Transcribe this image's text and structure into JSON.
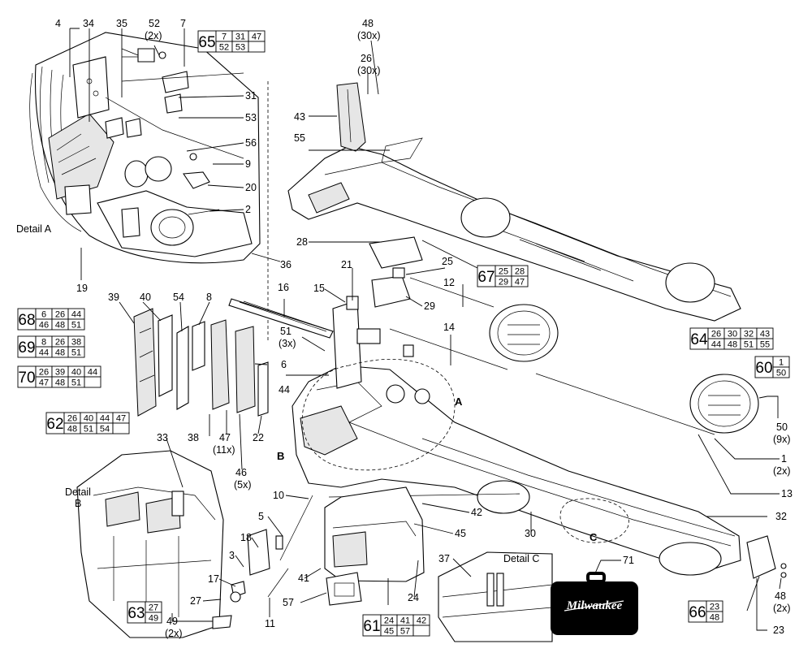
{
  "brand": {
    "name": "Milwaukee"
  },
  "callouts": [
    {
      "id": "c4",
      "text": "4"
    },
    {
      "id": "c34",
      "text": "34"
    },
    {
      "id": "c35",
      "text": "35"
    },
    {
      "id": "c52",
      "text": "52"
    },
    {
      "id": "c52q",
      "text": "(2x)"
    },
    {
      "id": "c7",
      "text": "7"
    },
    {
      "id": "c48",
      "text": "48"
    },
    {
      "id": "c48q",
      "text": "(30x)"
    },
    {
      "id": "c26",
      "text": "26"
    },
    {
      "id": "c26q",
      "text": "(30x)"
    },
    {
      "id": "c31",
      "text": "31"
    },
    {
      "id": "c53",
      "text": "53"
    },
    {
      "id": "c43",
      "text": "43"
    },
    {
      "id": "c56",
      "text": "56"
    },
    {
      "id": "c55",
      "text": "55"
    },
    {
      "id": "c9",
      "text": "9"
    },
    {
      "id": "c20",
      "text": "20"
    },
    {
      "id": "c2",
      "text": "2"
    },
    {
      "id": "cdetA",
      "text": "Detail A"
    },
    {
      "id": "c28",
      "text": "28"
    },
    {
      "id": "c36",
      "text": "36"
    },
    {
      "id": "c21",
      "text": "21"
    },
    {
      "id": "c25",
      "text": "25"
    },
    {
      "id": "c19",
      "text": "19"
    },
    {
      "id": "c15",
      "text": "15"
    },
    {
      "id": "c12",
      "text": "12"
    },
    {
      "id": "c39",
      "text": "39"
    },
    {
      "id": "c40",
      "text": "40"
    },
    {
      "id": "c54",
      "text": "54"
    },
    {
      "id": "c8",
      "text": "8"
    },
    {
      "id": "c16",
      "text": "16"
    },
    {
      "id": "c29",
      "text": "29"
    },
    {
      "id": "c51",
      "text": "51"
    },
    {
      "id": "c51q",
      "text": "(3x)"
    },
    {
      "id": "c14",
      "text": "14"
    },
    {
      "id": "c6",
      "text": "6"
    },
    {
      "id": "c44",
      "text": "44"
    },
    {
      "id": "cA",
      "text": "A"
    },
    {
      "id": "c50",
      "text": "50"
    },
    {
      "id": "c50q",
      "text": "(9x)"
    },
    {
      "id": "c1",
      "text": "1"
    },
    {
      "id": "c1q",
      "text": "(2x)"
    },
    {
      "id": "c33",
      "text": "33"
    },
    {
      "id": "c38",
      "text": "38"
    },
    {
      "id": "c47",
      "text": "47"
    },
    {
      "id": "c47q",
      "text": "(11x)"
    },
    {
      "id": "c22",
      "text": "22"
    },
    {
      "id": "c46",
      "text": "46"
    },
    {
      "id": "c46q",
      "text": "(5x)"
    },
    {
      "id": "cB",
      "text": "B"
    },
    {
      "id": "cdetB1",
      "text": "Detail"
    },
    {
      "id": "cdetB2",
      "text": "B"
    },
    {
      "id": "c13",
      "text": "13"
    },
    {
      "id": "c10",
      "text": "10"
    },
    {
      "id": "c42",
      "text": "42"
    },
    {
      "id": "c32",
      "text": "32"
    },
    {
      "id": "c5",
      "text": "5"
    },
    {
      "id": "c45",
      "text": "45"
    },
    {
      "id": "c30",
      "text": "30"
    },
    {
      "id": "cC",
      "text": "C"
    },
    {
      "id": "c18",
      "text": "18"
    },
    {
      "id": "c37",
      "text": "37"
    },
    {
      "id": "cdetC",
      "text": "Detail C"
    },
    {
      "id": "c71",
      "text": "71"
    },
    {
      "id": "c3",
      "text": "3"
    },
    {
      "id": "c41",
      "text": "41"
    },
    {
      "id": "c24",
      "text": "24"
    },
    {
      "id": "c17",
      "text": "17"
    },
    {
      "id": "c57",
      "text": "57"
    },
    {
      "id": "c27",
      "text": "27"
    },
    {
      "id": "c48b",
      "text": "48"
    },
    {
      "id": "c48bq",
      "text": "(2x)"
    },
    {
      "id": "c11",
      "text": "11"
    },
    {
      "id": "c49",
      "text": "49"
    },
    {
      "id": "c49q",
      "text": "(2x)"
    },
    {
      "id": "c23",
      "text": "23"
    }
  ],
  "kits": [
    {
      "id": "k65",
      "num": "65",
      "parts": [
        "7",
        "31",
        "47",
        "52",
        "53"
      ]
    },
    {
      "id": "k67",
      "num": "67",
      "parts": [
        "25",
        "28",
        "29",
        "47"
      ]
    },
    {
      "id": "k64",
      "num": "64",
      "parts": [
        "26",
        "30",
        "32",
        "43",
        "44",
        "48",
        "51",
        "55"
      ]
    },
    {
      "id": "k60",
      "num": "60",
      "parts": [
        "1",
        "50"
      ]
    },
    {
      "id": "k68",
      "num": "68",
      "parts": [
        "6",
        "26",
        "44",
        "46",
        "48",
        "51"
      ]
    },
    {
      "id": "k69",
      "num": "69",
      "parts": [
        "8",
        "26",
        "38",
        "44",
        "48",
        "51"
      ]
    },
    {
      "id": "k70",
      "num": "70",
      "parts": [
        "26",
        "39",
        "40",
        "44",
        "47",
        "48",
        "51"
      ]
    },
    {
      "id": "k62",
      "num": "62",
      "parts": [
        "26",
        "40",
        "44",
        "47",
        "48",
        "51",
        "54"
      ]
    },
    {
      "id": "k63",
      "num": "63",
      "parts": [
        "27",
        "49"
      ]
    },
    {
      "id": "k61",
      "num": "61",
      "parts": [
        "24",
        "41",
        "42",
        "45",
        "57"
      ]
    },
    {
      "id": "k66",
      "num": "66",
      "parts": [
        "23",
        "48"
      ]
    }
  ]
}
